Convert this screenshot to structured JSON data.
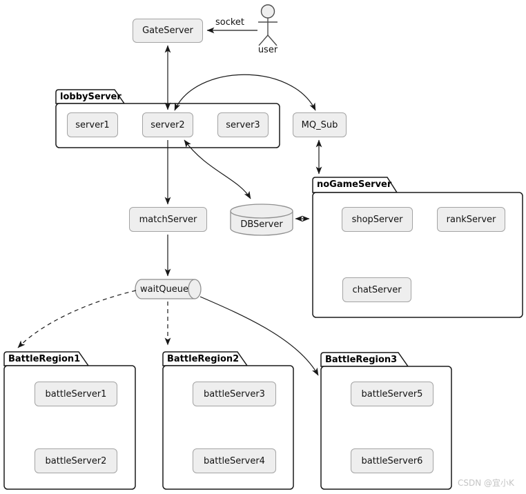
{
  "nodes": {
    "gate_server": "GateServer",
    "user": "user",
    "mq_sub": "MQ_Sub",
    "match_server": "matchServer",
    "db_server": "DBServer",
    "wait_queue": "waitQueue"
  },
  "packages": {
    "lobby": {
      "name": "lobbyServer",
      "servers": [
        "server1",
        "server2",
        "server3"
      ]
    },
    "no_game": {
      "name": "noGameServer",
      "servers": [
        "shopServer",
        "rankServer",
        "chatServer"
      ]
    },
    "battle1": {
      "name": "BattleRegion1",
      "servers": [
        "battleServer1",
        "battleServer2"
      ]
    },
    "battle2": {
      "name": "BattleRegion2",
      "servers": [
        "battleServer3",
        "battleServer4"
      ]
    },
    "battle3": {
      "name": "BattleRegion3",
      "servers": [
        "battleServer5",
        "battleServer6"
      ]
    }
  },
  "edges": {
    "socket_label": "socket"
  },
  "watermark": "CSDN @宜小K",
  "colors": {
    "background": "#FFFFFF",
    "node_fill": "#EEEEEE",
    "node_border": "#A3A3A3",
    "package_border": "#181818",
    "edge": "#181818",
    "text": "#121212",
    "watermark": "#C4C4C4"
  }
}
